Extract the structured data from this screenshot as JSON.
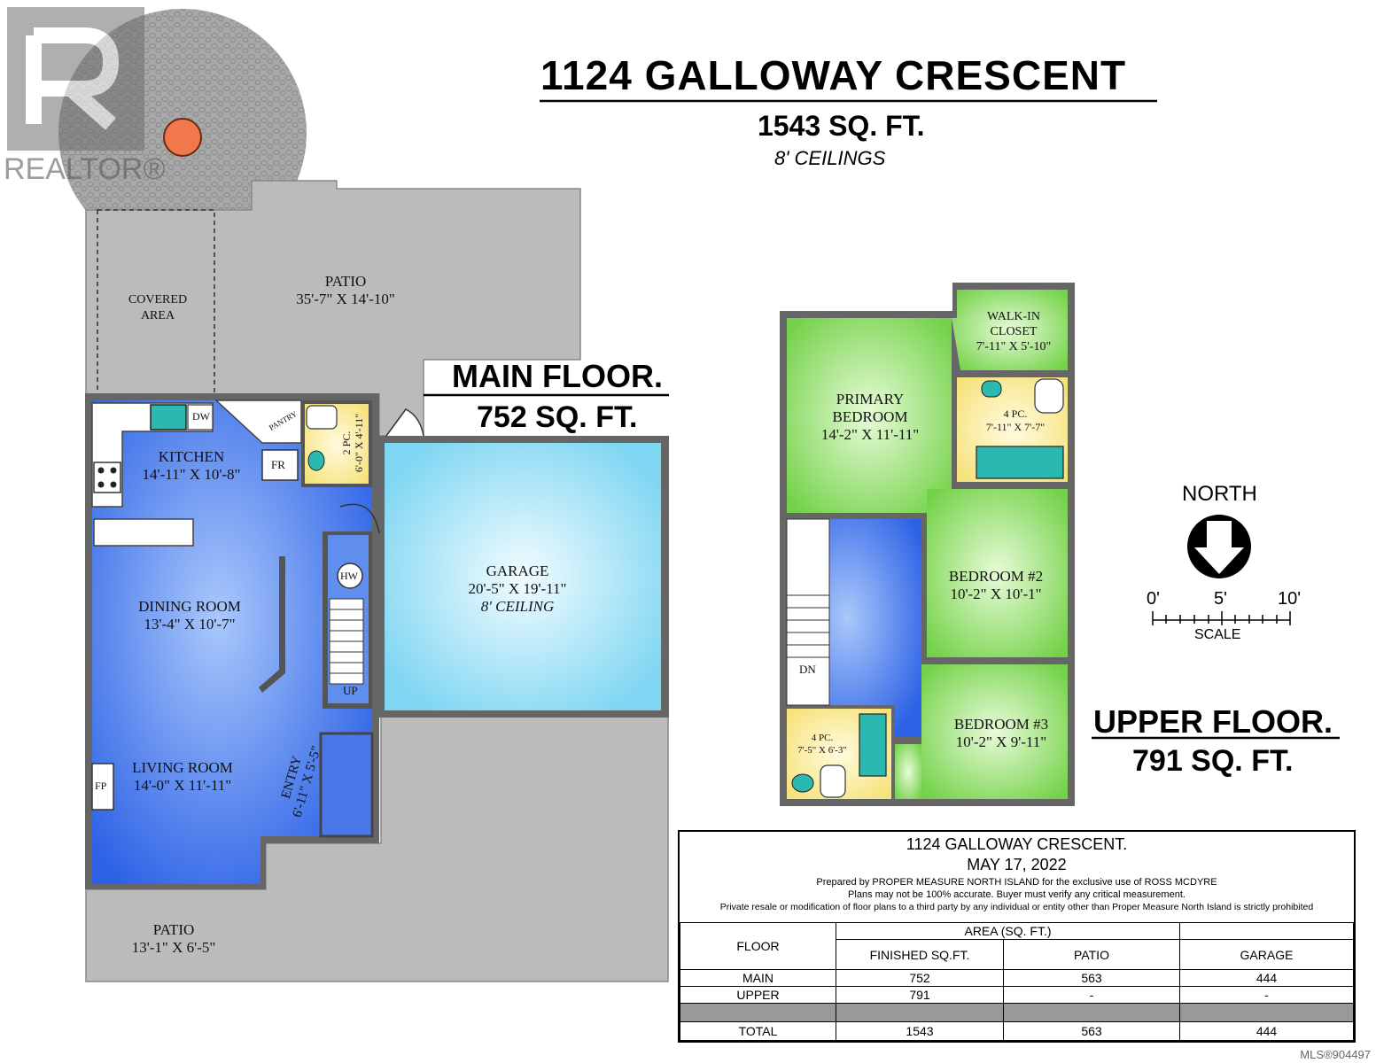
{
  "header": {
    "address": "1124 GALLOWAY CRESCENT",
    "total_area": "1543 SQ. FT.",
    "ceilings": "8' CEILINGS"
  },
  "watermark": {
    "text": "REALTOR®"
  },
  "main_floor": {
    "title": "MAIN FLOOR.",
    "area": "752 SQ. FT.",
    "rooms": {
      "patio_top": {
        "name": "PATIO",
        "dims": "35'-7\" X 14'-10\""
      },
      "covered": {
        "name": "COVERED",
        "name2": "AREA"
      },
      "kitchen": {
        "name": "KITCHEN",
        "dims": "14'-11\" X 10'-8\""
      },
      "dining": {
        "name": "DINING ROOM",
        "dims": "13'-4\" X 10'-7\""
      },
      "living": {
        "name": "LIVING ROOM",
        "dims": "14'-0\" X 11'-11\""
      },
      "entry": {
        "name": "ENTRY",
        "dims": "6'-11\" X 5'-5\""
      },
      "garage": {
        "name": "GARAGE",
        "dims": "20'-5\" X 19'-11\"",
        "note": "8' CEILING"
      },
      "bath2": {
        "name": "2 PC.",
        "dims": "6'-0\" X 4'-11\""
      },
      "patio_bottom": {
        "name": "PATIO",
        "dims": "13'-1\" X 6'-5\""
      }
    },
    "fixtures": {
      "dw": "DW",
      "pantry": "PANTRY",
      "fr": "FR",
      "hw": "HW",
      "up": "UP",
      "fp": "FP"
    }
  },
  "upper_floor": {
    "title": "UPPER FLOOR.",
    "area": "791 SQ. FT.",
    "rooms": {
      "primary": {
        "name": "PRIMARY",
        "name2": "BEDROOM",
        "dims": "14'-2\" X 11'-11\""
      },
      "closet": {
        "name": "WALK-IN",
        "name2": "CLOSET",
        "dims": "7'-11\" X 5'-10\""
      },
      "ensuite": {
        "name": "4 PC.",
        "dims": "7'-11\" X 7'-7\""
      },
      "bed2": {
        "name": "BEDROOM #2",
        "dims": "10'-2\" X 10'-1\""
      },
      "bed3": {
        "name": "BEDROOM #3",
        "dims": "10'-2\" X 9'-11\""
      },
      "bath": {
        "name": "4 PC.",
        "dims": "7'-5\" X 6'-3\""
      }
    },
    "fixtures": {
      "dn": "DN"
    }
  },
  "compass": {
    "label": "NORTH",
    "scale_ticks": [
      "0'",
      "5'",
      "10'"
    ],
    "scale_label": "SCALE"
  },
  "summary": {
    "title": "1124 GALLOWAY CRESCENT.",
    "date": "MAY 17, 2022",
    "prepared": "Prepared by PROPER MEASURE NORTH ISLAND for the exclusive use of ROSS MCDYRE",
    "disclaimer1": "Plans may not be 100% accurate.  Buyer must verify any critical measurement.",
    "disclaimer2": "Private resale  or modification of floor plans to a third party by any individual or entity other than Proper Measure North Island is strictly prohibited",
    "col_floor": "FLOOR",
    "col_area": "AREA (SQ. FT.)",
    "col_finished": "FINISHED SQ.FT.",
    "col_patio": "PATIO",
    "col_garage": "GARAGE",
    "rows": [
      {
        "floor": "MAIN",
        "finished": "752",
        "patio": "563",
        "garage": "444"
      },
      {
        "floor": "UPPER",
        "finished": "791",
        "patio": "-",
        "garage": "-"
      }
    ],
    "total": {
      "floor": "TOTAL",
      "finished": "1543",
      "patio": "563",
      "garage": "444"
    }
  },
  "footer": {
    "mls": "MLS®904497"
  },
  "colors": {
    "concrete": "#b8b8b8",
    "blue": "#4f7ff0",
    "garage": "#a9e7f7",
    "green": "#a6e686",
    "bath": "#fbf0a8",
    "wall": "#555555"
  }
}
